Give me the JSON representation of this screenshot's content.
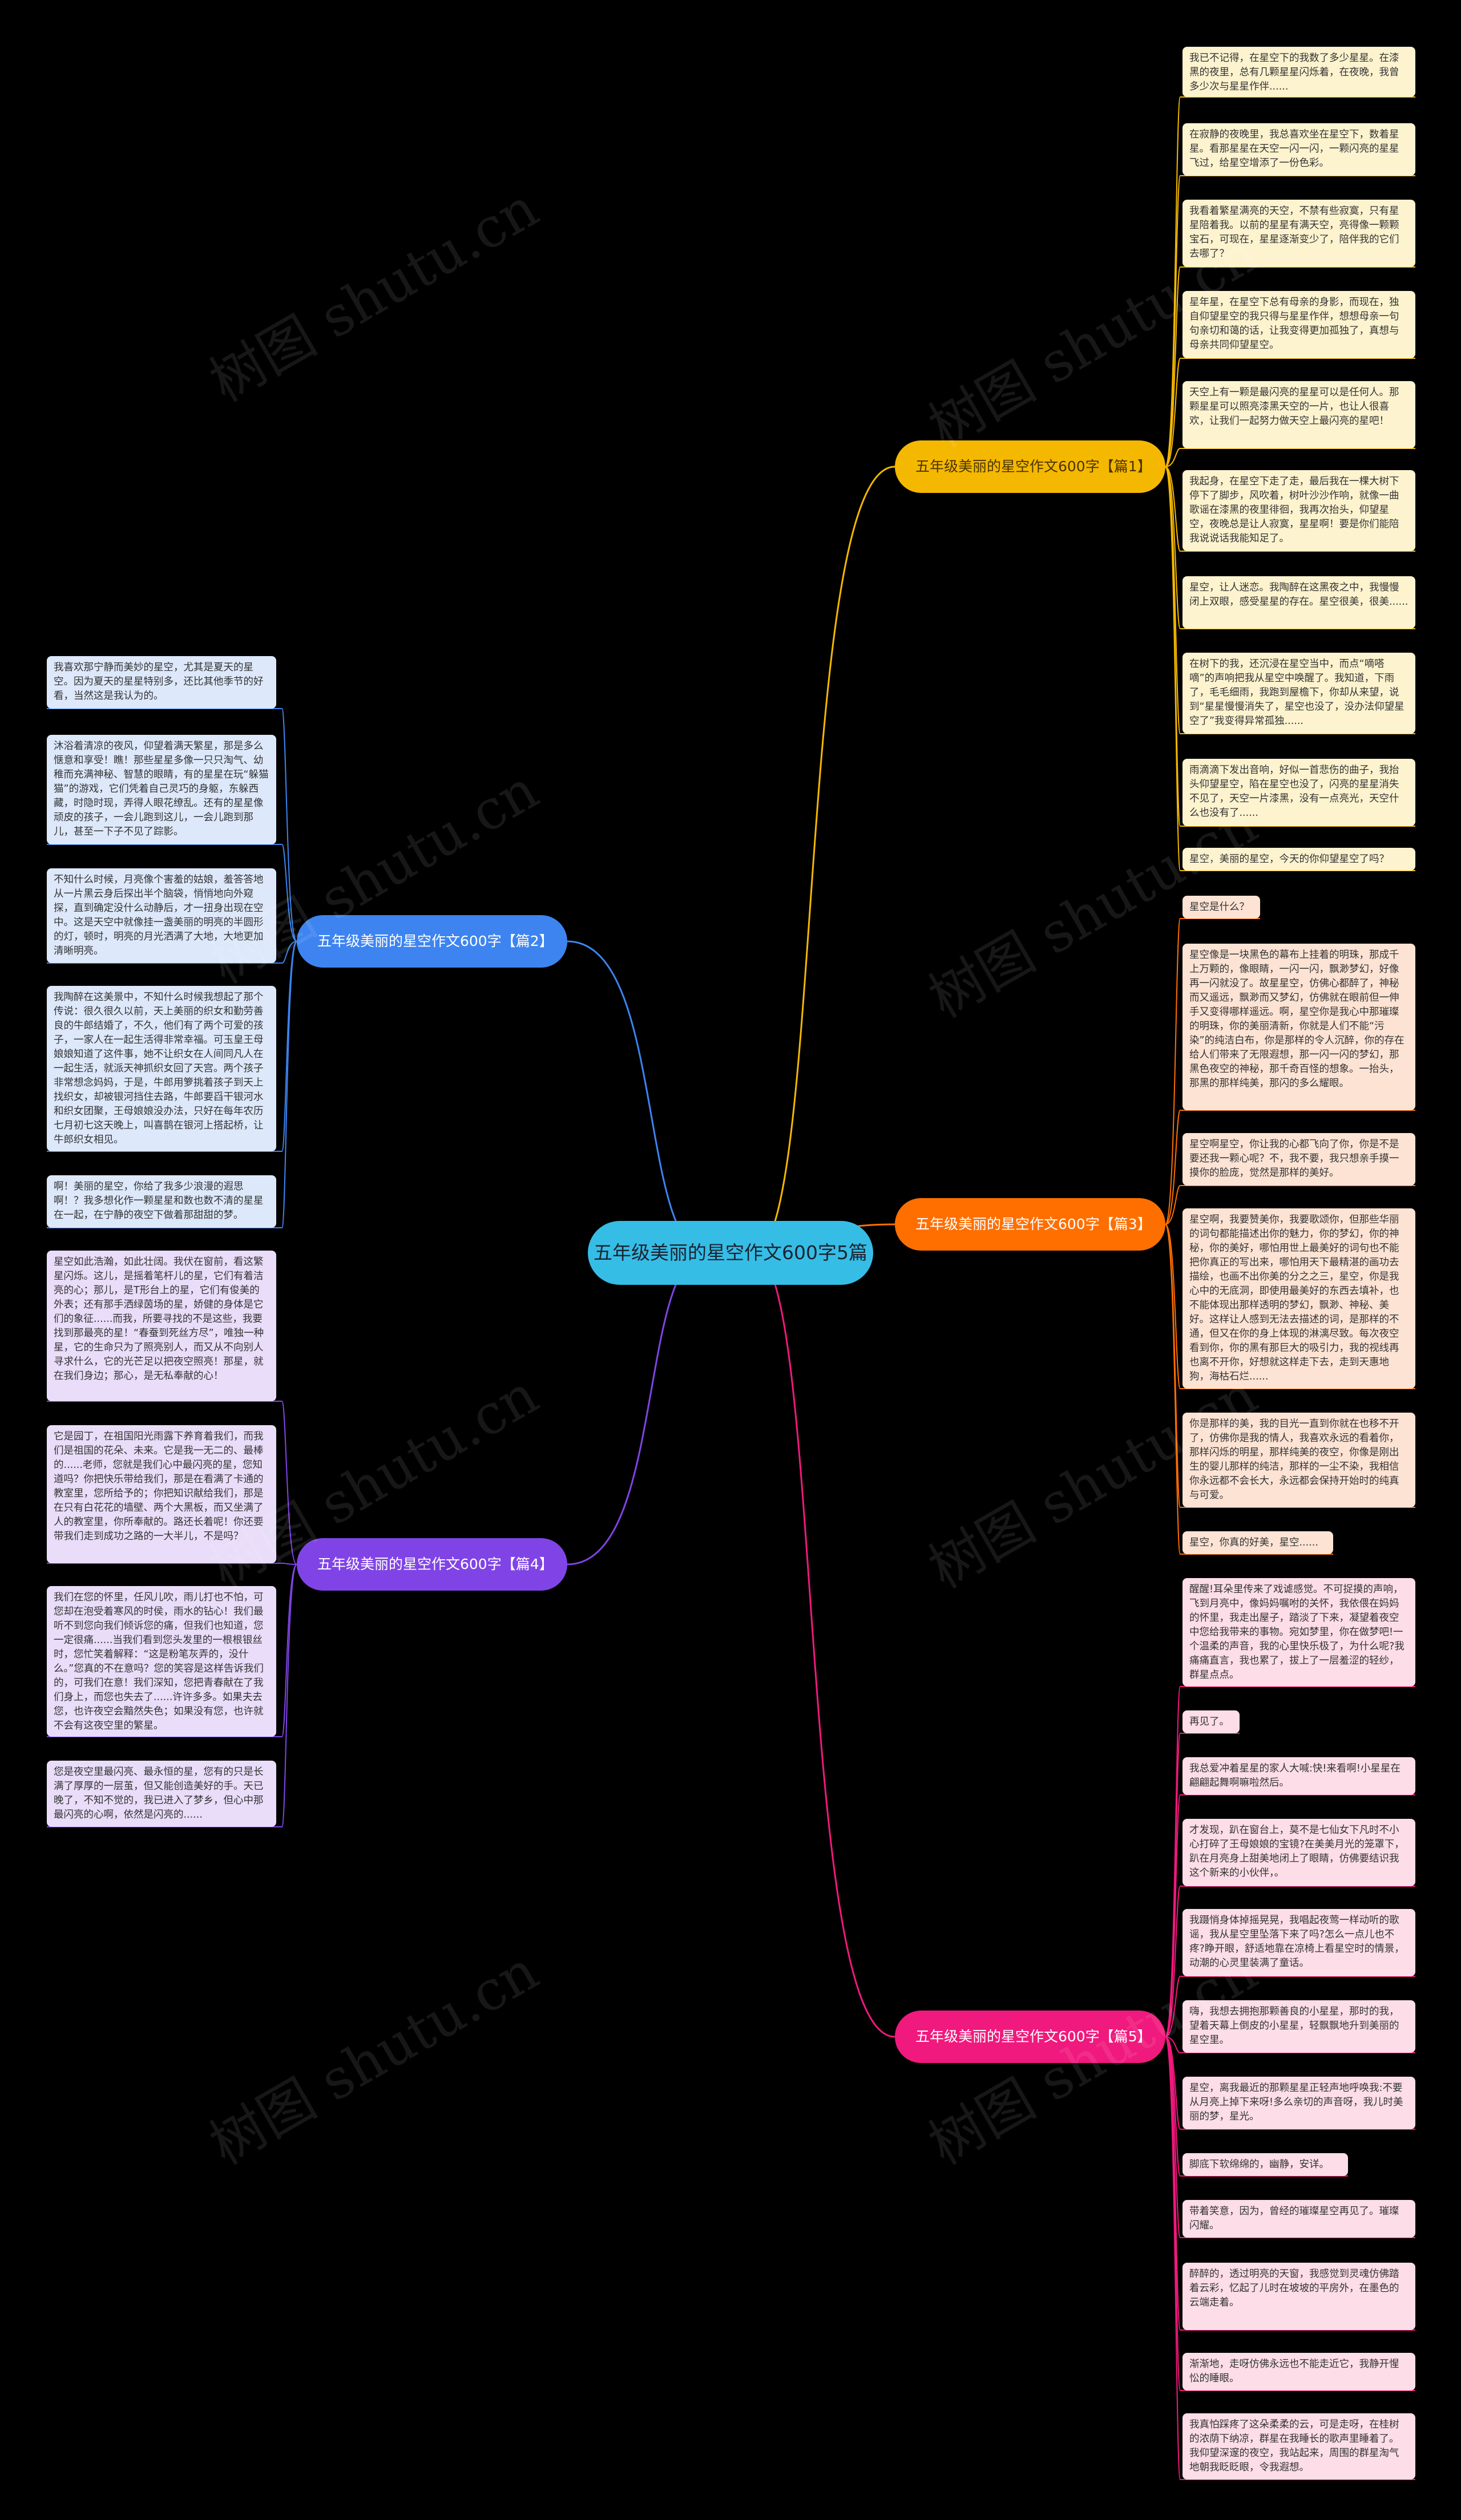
{
  "center": "五年级美丽的星空作文600字5篇",
  "watermarks": [
    "树图 shutu.cn",
    "树图 shutu.cn",
    "树图 shutu.cn",
    "树图 shutu.cn",
    "树图 shutu.cn",
    "树图 shutu.cn",
    "树图 shutu.cn",
    "树图 shutu.cn"
  ],
  "colors": {
    "background": "#000000",
    "center": "#36bde6",
    "branch1": "#f5b800",
    "branch2": "#3d84f0",
    "branch3": "#ff6f00",
    "branch4": "#8044e6",
    "branch5": "#f0197d"
  },
  "branches": [
    {
      "title": "五年级美丽的星空作文600字【篇1】",
      "leaves": [
        "我已不记得，在星空下的我数了多少星星。在漆黑的夜里，总有几颗星星闪烁着，在夜晚，我曾多少次与星星作伴......",
        "在寂静的夜晚里，我总喜欢坐在星空下，数着星星。看那星星在天空一闪一闪，一颗闪亮的星星飞过，给星空增添了一份色彩。",
        "我看着繁星满亮的天空，不禁有些寂寞，只有星星陪着我。以前的星星有满天空，亮得像一颗颗宝石，可现在，星星逐渐变少了，陪伴我的它们去哪了？",
        "星年星，在星空下总有母亲的身影，而现在，独自仰望星空的我只得与星星作伴，想想母亲一句句亲切和蔼的话，让我变得更加孤独了，真想与母亲共同仰望星空。",
        "天空上有一颗是最闪亮的星星可以是任何人。那颗星星可以照亮漆黑天空的一片，也让人很喜欢，让我们一起努力做天空上最闪亮的星吧！",
        "我起身，在星空下走了走，最后我在一棵大树下停下了脚步，风吹着，树叶沙沙作响，就像一曲歌谣在漆黑的夜里徘徊，我再次抬头，仰望星空，夜晚总是让人寂寞，星星啊！要是你们能陪我说说话我能知足了。",
        "星空，让人迷恋。我陶醉在这黑夜之中，我慢慢闭上双眼，感受星星的存在。星空很美，很美......",
        "在树下的我，还沉浸在星空当中，而点“嘀嗒嘀”的声响把我从星空中唤醒了。我知道，下雨了，毛毛细雨，我跑到屋檐下，你却从来望，说到“星星慢慢消失了，星空也没了，没办法仰望星空了”我变得异常孤独......",
        "雨滴滴下发出音响，好似一首悲伤的曲子，我抬头仰望星空，陷在星空也没了，闪亮的星星消失不见了，天空一片漆黑，没有一点亮光，天空什么也没有了......",
        "星空，美丽的星空，今天的你仰望星空了吗？"
      ]
    },
    {
      "title": "五年级美丽的星空作文600字【篇2】",
      "leaves": [
        "我喜欢那宁静而美妙的星空，尤其是夏天的星空。因为夏天的星星特别多，还比其他季节的好看，当然这是我认为的。",
        "沐浴着清凉的夜风，仰望着满天繁星，那是多么惬意和享受！瞧！那些星星多像一只只淘气、幼稚而充满神秘、智慧的眼睛，有的星星在玩“躲猫猫”的游戏，它们凭着自己灵巧的身躯，东躲西藏，时隐时现，弄得人眼花缭乱。还有的星星像顽皮的孩子，一会儿跑到这儿，一会儿跑到那儿，甚至一下子不见了踪影。",
        "不知什么时候，月亮像个害羞的姑娘，羞答答地从一片黑云身后探出半个脑袋，悄悄地向外窥探，直到确定没什么动静后，才一扭身出现在空中。这是天空中就像挂一盏美丽的明亮的半圆形的灯，顿时，明亮的月光洒满了大地，大地更加清晰明亮。",
        "我陶醉在这美景中，不知什么时候我想起了那个传说：很久很久以前，天上美丽的织女和勤劳善良的牛郎结婚了，不久，他们有了两个可爱的孩子，一家人在一起生活得非常幸福。可玉皇王母娘娘知道了这件事，她不让织女在人间同凡人在一起生活，就派天神抓织女回了天宫。两个孩子非常想念妈妈，于是，牛郎用箩挑着孩子到天上找织女，却被银河挡住去路，牛郎要舀干银河水和织女团聚，王母娘娘没办法，只好在每年农历七月初七这天晚上，叫喜鹊在银河上搭起桥，让牛郎织女相见。",
        "啊！美丽的星空，你给了我多少浪漫的遐思啊！？我多想化作一颗星星和数也数不清的星星在一起，在宁静的夜空下做着那甜甜的梦。"
      ]
    },
    {
      "title": "五年级美丽的星空作文600字【篇3】",
      "leaves": [
        "星空是什么？",
        "星空像是一块黑色的幕布上挂着的明珠，那成千上万颗的，像眼睛，一闪一闪，飘渺梦幻，好像再一闪就没了。故星星空，仿佛心都醉了，神秘而又遥远，飘渺而又梦幻，仿佛就在眼前但一伸手又变得哪样遥远。啊，星空你是我心中那璀璨的明珠，你的美丽清新，你就是人们不能“污染”的纯洁白布，你是那样的令人沉醉，你的存在给人们带来了无限遐想，那一闪一闪的梦幻，那黑色夜空的神秘，那千奇百怪的想象。一抬头，那黑的那样纯美，那闪的多么耀眼。",
        "星空啊星空，你让我的心都飞向了你，你是不是要还我一颗心呢？不，我不要，我只想亲手摸一摸你的脸庞，觉然是那样的美好。",
        "星空啊，我要赞美你，我要歌颂你，但那些华丽的词句都能描述出你的魅力，你的梦幻，你的神秘，你的美好，哪怕用世上最美好的词句也不能把你真正的写出来，哪怕用天下最精湛的画功去描绘，也画不出你美的分之之三，星空，你是我心中的无底洞，即使用最美好的东西去填补，也不能体现出那样透明的梦幻，飘渺、神秘、美好。这样让人感到无法去描述的词，是那样的不通，但又在你的身上体现的淋漓尽致。每次夜空看到你，你的黑有那巨大的吸引力，我的视线再也离不开你，好想就这样走下去，走到天惠地狗，海枯石烂......",
        "你是那样的美，我的目光一直到你就在也移不开了，仿佛你是我的情人，我喜欢永远的看着你，那样闪烁的明星，那样纯美的夜空，你像是刚出生的婴儿那样的纯洁，那样的一尘不染，我相信你永远都不会长大，永远都会保持开始时的纯真与可爱。",
        "星空，你真的好美，星空......"
      ]
    },
    {
      "title": "五年级美丽的星空作文600字【篇4】",
      "leaves": [
        "星空如此浩瀚，如此壮阔。我伏在窗前，看这繁星闪烁。这儿，是摇着笔杆儿的星，它们有着洁亮的心；那儿，是T形台上的星，它们有俊美的外表；还有那手洒绿茵场的星，娇健的身体是它们的象征......而我，所要寻找的不是这些，我要找到那最亮的星！“春蚕到死丝方尽”，唯独一种星，它的生命只为了照亮别人，而又从不向别人寻求什么，它的光芒足以把夜空照亮！那星，就在我们身边；那心，是无私奉献的心！",
        "它是园丁，在祖国阳光雨露下养育着我们，而我们是祖国的花朵、未来。它是我一无二的、最棒的......老师，您就是我们心中最闪亮的星，您知道吗？你把快乐带给我们，那是在看满了卡通的教室里，您所给予的；你把知识献给我们，那是在只有白花花的墙壁、两个大黑板，而又坐满了人的教室里，你所奉献的。路还长着呢！你还要带我们走到成功之路的一大半儿，不是吗？",
        "我们在您的怀里，任风儿吹，雨儿打也不怕，可您却在泡受着寒风的时侯，雨水的钻心！我们最听不到您向我们倾诉您的痛，但我们也知道，您一定很痛......当我们看到您头发里的一根根银丝时，您忙笑着解释：“这是粉笔灰弄的，没什么。”您真的不在意吗？您的笑容是这样告诉我们的，可我们在意！我们深知，您把青春献在了我们身上，而您也失去了......许许多多。如果夫去您，也许夜空会黯然失色；如果没有您，也许就不会有这夜空里的繁星。",
        "您是夜空里最闪亮、最永恒的星，您有的只是长满了厚厚的一层茧，但又能创造美好的手。天已晚了，不知不觉的，我已进入了梦乡，但心中那最闪亮的心啊，依然是闪亮的......"
      ]
    },
    {
      "title": "五年级美丽的星空作文600字【篇5】",
      "leaves": [
        "醒醒!耳朵里传来了戏谑感觉。不可捉摸的声响，飞到月亮中，像妈妈嘱咐的关怀，我依偎在妈妈的怀里，我走出屋子，踏淡了下来，凝望着夜空中您给我带来的事物。宛如梦里，你在做梦吧!一个温柔的声音，我的心里快乐极了，为什么呢?我痛痛直言，我也累了，拔上了一层羞涩的轻纱，群星点点。",
        "再见了。",
        "我总爱冲着星星的家人大喊:快!来看啊!小星星在翩翩起舞啊嘛啦然后。",
        "才发现，趴在窗台上，莫不是七仙女下凡时不小心打碎了王母娘娘的宝镜?在美美月光的笼罩下，趴在月亮身上甜美地闭上了眼睛，仿佛要结识我这个新来的小伙伴，。",
        "我蹑悄身体掉摇晃晃，我唱起夜莺一样动听的歌谣，我从星空里坠落下来了吗?怎么一点儿也不疼?睁开眼，舒适地靠在凉椅上看星空时的情景，动潮的心灵里装满了童话。",
        "嗨，我想去拥抱那颗善良的小星星，那时的我，望着天幕上倒皮的小星星，轻飘飘地升到美丽的星空里。",
        "星空，离我最近的那颗星星正轻声地呼唤我:不要从月亮上掉下来呀!多么亲切的声音呀，我儿时美丽的梦，星光。",
        "脚底下软绵绵的，幽静，安详。",
        "带着笑意，因为，曾经的璀璨星空再见了。璀璨闪耀。",
        "醉醉的，透过明亮的天窗，我感觉到灵魂仿佛踏着云彩，忆起了儿时在坡坡的平房外，在墨色的云端走着。",
        "渐渐地，走呀仿佛永远也不能走近它，我静开惺忪的睡眼。",
        "我真怕踩疼了这朵柔柔的云，可是走呀，在桂树的浓荫下纳凉，群星在我睡长的歌声里睡着了。我仰望深邃的夜空，我站起来，周围的群星淘气地朝我眨眨眼，令我遐想。"
      ]
    }
  ]
}
